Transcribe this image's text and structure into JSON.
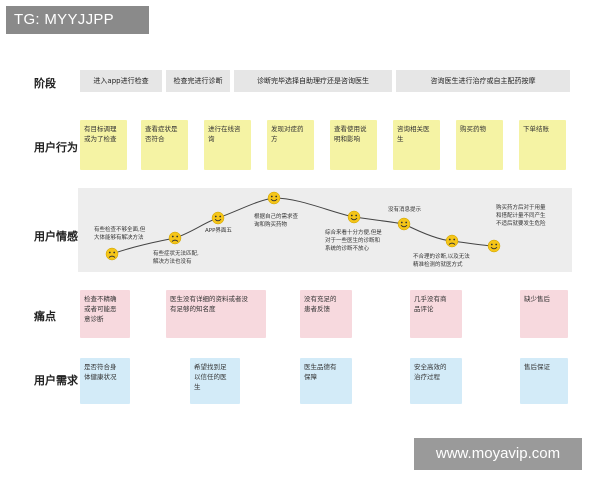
{
  "watermarks": {
    "top": "TG: MYYJJPP",
    "bottom": "www.moyavip.com"
  },
  "rows": {
    "stage": "阶段",
    "behavior": "用户行为",
    "emotion": "用户情感",
    "pain": "痛点",
    "needs": "用户需求"
  },
  "stages": [
    "进入app进行检查",
    "检查完进行诊断",
    "诊断完毕选择自助理疗还是咨询医生",
    "咨询医生进行治疗或自主配药按摩"
  ],
  "behaviors": [
    [
      "有目标调理",
      "或为了检查"
    ],
    [
      "查看症状是",
      "否符合"
    ],
    [
      "进行在线咨",
      "询"
    ],
    [
      "发现对症药",
      "方"
    ],
    [
      "查看使用说",
      "明和影响"
    ],
    [
      "咨询相关医",
      "生"
    ],
    [
      "购买药物"
    ],
    [
      "下单结账"
    ]
  ],
  "emotions": [
    {
      "face": "sad",
      "label": [
        "有些检查不够全面,但",
        "大体能够有解决方法"
      ]
    },
    {
      "face": "sad",
      "label": [
        "有些症状无法匹配,",
        "解决方法也没有"
      ]
    },
    {
      "face": "happy",
      "label": [
        "APP界面五"
      ]
    },
    {
      "face": "happy",
      "label": [
        "根据自己的需求查",
        "询和购买药物"
      ]
    },
    {
      "face": "happy",
      "label": [
        "综合来看十分方便,但是",
        "对于一些医生的诊断和",
        "系统的诊断不放心"
      ]
    },
    {
      "face": "happy",
      "label": [
        "没有消息提示"
      ]
    },
    {
      "face": "sad",
      "label": [
        "不合理的诊断,以及无法",
        "精准检测的就医方式"
      ]
    },
    {
      "face": "happy",
      "label": [
        "购买药方后对于用量",
        "和搭配计量不同产生",
        "不适后就要发生危险"
      ]
    }
  ],
  "pains": [
    [
      "检查不精确",
      "或者可能恶",
      "意诊断"
    ],
    [
      "医生没有详细的资料或者没",
      "有足够的知名度"
    ],
    [
      "没有充足的",
      "患者反馈"
    ],
    [
      "几乎没有商",
      "品评论"
    ],
    [
      "缺少售后"
    ]
  ],
  "needs": [
    [
      "是否符合身",
      "体健康状况"
    ],
    [
      "希望找到足",
      "以信任的医",
      "生"
    ],
    [
      "医生品德有",
      "保障"
    ],
    [
      "安全高效的",
      "治疗过程"
    ],
    [
      "售后保证"
    ]
  ],
  "colors": {
    "yellow": "#f5f3a4",
    "pink": "#f7d9de",
    "blue": "#d3ebf8",
    "band": "#ededed",
    "face": "#f5c518"
  }
}
